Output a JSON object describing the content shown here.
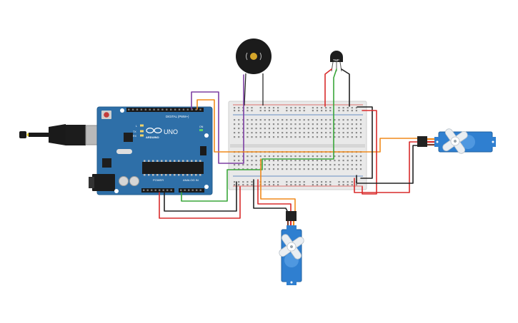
{
  "colors": {
    "background": "#ffffff",
    "arduino_board": "#2e6fa8",
    "arduino_dark": "#1f5585",
    "breadboard": "#e9e9e9",
    "breadboard_rail_red": "#d9473f",
    "breadboard_rail_blue": "#3d6fb5",
    "wire_orange": "#f08a1c",
    "wire_red": "#d92b2b",
    "wire_black": "#222222",
    "wire_green": "#3aa63a",
    "wire_purple": "#7d3fa3",
    "servo_blue": "#2f7fd0",
    "servo_horn": "#eaeef2",
    "buzzer_black": "#1b1b1b",
    "buzzer_gold": "#d4a52a",
    "sensor_black": "#1e1e1e"
  },
  "arduino": {
    "model": "UNO",
    "brand": "ARDUINO",
    "digital_header_label": "DIGITAL (PWM~)",
    "power_header_label": "POWER",
    "analog_header_label": "ANALOG IN",
    "tx_label": "TX",
    "rx_label": "RX",
    "l_label": "L",
    "on_label": "ON"
  },
  "sensor": {
    "label": "TMP"
  },
  "components": {
    "usb_connector": "usb-connector-icon",
    "power_jack": "power-jack-icon",
    "buzzer": "buzzer-icon",
    "servo_right": "servo-icon",
    "servo_bottom": "servo-icon",
    "temperature_sensor": "thermometer-icon"
  }
}
